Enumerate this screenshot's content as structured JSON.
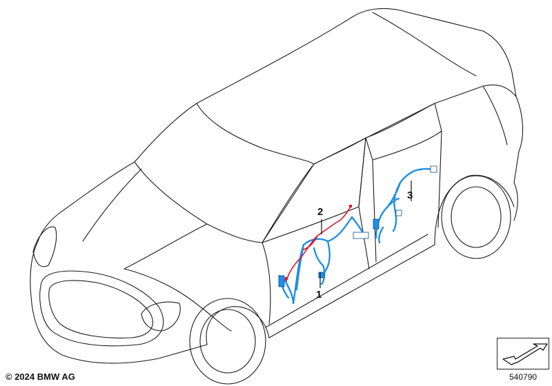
{
  "callouts": [
    {
      "id": "1",
      "label": "1"
    },
    {
      "id": "2",
      "label": "2"
    },
    {
      "id": "3",
      "label": "3"
    }
  ],
  "footer": {
    "copyright": "© 2024 BMW AG",
    "diagram_id": "540790"
  },
  "icons": {
    "nav_arrow": "arrow-down-left-icon"
  },
  "colors": {
    "outline": "#1a1a1a",
    "harness_blue": "#1f8fe6",
    "harness_red": "#e0102a"
  }
}
